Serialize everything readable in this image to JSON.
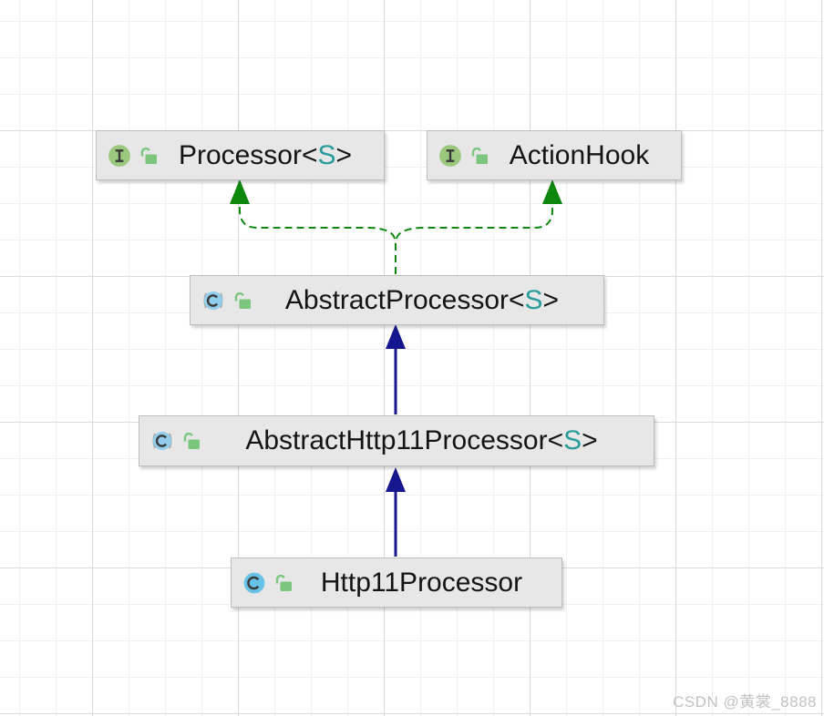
{
  "diagram": {
    "type": "uml-class-diagram",
    "nodes": [
      {
        "name": "Processor",
        "generic_open": "<",
        "generic_param": "S",
        "generic_close": ">",
        "kind": "interface",
        "visibility": "public"
      },
      {
        "name": "ActionHook",
        "kind": "interface",
        "visibility": "public"
      },
      {
        "name": "AbstractProcessor",
        "generic_open": "<",
        "generic_param": "S",
        "generic_close": ">",
        "kind": "abstract-class",
        "visibility": "public"
      },
      {
        "name": "AbstractHttp11Processor",
        "generic_open": "<",
        "generic_param": "S",
        "generic_close": ">",
        "kind": "abstract-class",
        "visibility": "public"
      },
      {
        "name": "Http11Processor",
        "kind": "class",
        "visibility": "public"
      }
    ],
    "edges": [
      {
        "from": "AbstractProcessor",
        "to": "Processor",
        "relation": "implements",
        "style": "dashed"
      },
      {
        "from": "AbstractProcessor",
        "to": "ActionHook",
        "relation": "implements",
        "style": "dashed"
      },
      {
        "from": "AbstractHttp11Processor",
        "to": "AbstractProcessor",
        "relation": "extends",
        "style": "solid"
      },
      {
        "from": "Http11Processor",
        "to": "AbstractHttp11Processor",
        "relation": "extends",
        "style": "solid"
      }
    ]
  },
  "colors": {
    "implements_edge": "#0e870e",
    "extends_edge": "#16168e",
    "generic_param": "#2a9c9c",
    "node_bg": "#e7e7e7",
    "interface_icon_green": "#9cc87d",
    "class_icon_blue": "#66c3e6",
    "abstract_class_icon_blue": "#92cdec",
    "padlock_green": "#7cc57e",
    "grid_minor": "#f1f1f1",
    "grid_major": "#d9d9d9"
  },
  "watermark": {
    "text": "CSDN @黄裳_8888"
  }
}
